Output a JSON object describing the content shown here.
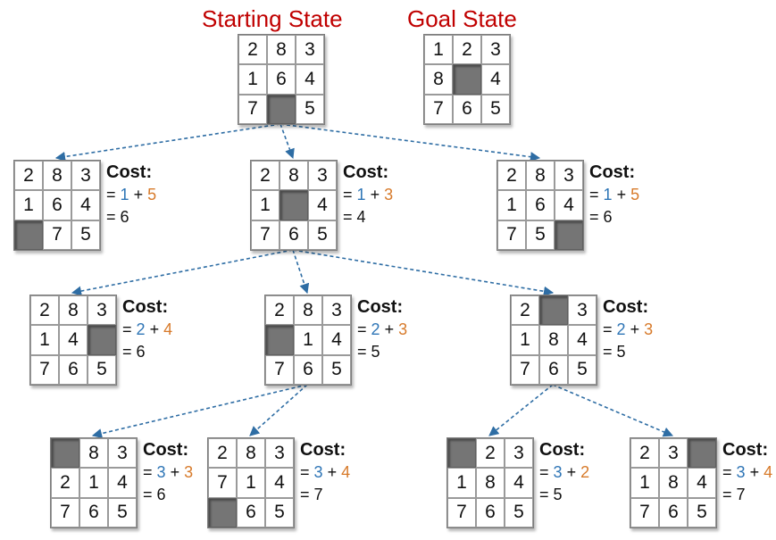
{
  "colors": {
    "title": "#c00000",
    "depth": "#2e75b6",
    "heuristic": "#d77a2a",
    "arrow": "#2e6da4",
    "blank_tile": "#757575"
  },
  "titles": {
    "start": "Starting State",
    "goal": "Goal State"
  },
  "nodes": [
    {
      "id": "start",
      "tiles": [
        "2",
        "8",
        "3",
        "1",
        "6",
        "4",
        "7",
        "",
        "5"
      ]
    },
    {
      "id": "goal",
      "tiles": [
        "1",
        "2",
        "3",
        "8",
        "",
        "4",
        "7",
        "6",
        "5"
      ]
    },
    {
      "id": "l1-left",
      "tiles": [
        "2",
        "8",
        "3",
        "1",
        "6",
        "4",
        "",
        "7",
        "5"
      ],
      "cost": {
        "label": "Cost:",
        "eq": "=",
        "g": "1",
        "plus": "+",
        "h": "5",
        "total": "= 6"
      }
    },
    {
      "id": "l1-mid",
      "tiles": [
        "2",
        "8",
        "3",
        "1",
        "",
        "4",
        "7",
        "6",
        "5"
      ],
      "cost": {
        "label": "Cost:",
        "eq": "=",
        "g": "1",
        "plus": "+",
        "h": "3",
        "total": "= 4"
      }
    },
    {
      "id": "l1-right",
      "tiles": [
        "2",
        "8",
        "3",
        "1",
        "6",
        "4",
        "7",
        "5",
        ""
      ],
      "cost": {
        "label": "Cost:",
        "eq": "=",
        "g": "1",
        "plus": "+",
        "h": "5",
        "total": "= 6"
      }
    },
    {
      "id": "l2-left",
      "tiles": [
        "2",
        "8",
        "3",
        "1",
        "4",
        "",
        "7",
        "6",
        "5"
      ],
      "cost": {
        "label": "Cost:",
        "eq": "=",
        "g": "2",
        "plus": "+",
        "h": "4",
        "total": "= 6"
      }
    },
    {
      "id": "l2-mid",
      "tiles": [
        "2",
        "8",
        "3",
        "",
        "1",
        "4",
        "7",
        "6",
        "5"
      ],
      "cost": {
        "label": "Cost:",
        "eq": "=",
        "g": "2",
        "plus": "+",
        "h": "3",
        "total": "= 5"
      }
    },
    {
      "id": "l2-right",
      "tiles": [
        "2",
        "",
        "3",
        "1",
        "8",
        "4",
        "7",
        "6",
        "5"
      ],
      "cost": {
        "label": "Cost:",
        "eq": "=",
        "g": "2",
        "plus": "+",
        "h": "3",
        "total": "= 5"
      }
    },
    {
      "id": "l3-a",
      "tiles": [
        "",
        "8",
        "3",
        "2",
        "1",
        "4",
        "7",
        "6",
        "5"
      ],
      "cost": {
        "label": "Cost:",
        "eq": "=",
        "g": "3",
        "plus": "+",
        "h": "3",
        "total": "= 6"
      }
    },
    {
      "id": "l3-b",
      "tiles": [
        "2",
        "8",
        "3",
        "7",
        "1",
        "4",
        "",
        "6",
        "5"
      ],
      "cost": {
        "label": "Cost:",
        "eq": "=",
        "g": "3",
        "plus": "+",
        "h": "4",
        "total": "= 7"
      }
    },
    {
      "id": "l3-c",
      "tiles": [
        "",
        "2",
        "3",
        "1",
        "8",
        "4",
        "7",
        "6",
        "5"
      ],
      "cost": {
        "label": "Cost:",
        "eq": "=",
        "g": "3",
        "plus": "+",
        "h": "2",
        "total": "= 5"
      }
    },
    {
      "id": "l3-d",
      "tiles": [
        "2",
        "3",
        "",
        "1",
        "8",
        "4",
        "7",
        "6",
        "5"
      ],
      "cost": {
        "label": "Cost:",
        "eq": "=",
        "g": "3",
        "plus": "+",
        "h": "4",
        "total": "= 7"
      }
    }
  ],
  "edges": [
    [
      "start",
      "l1-left"
    ],
    [
      "start",
      "l1-mid"
    ],
    [
      "start",
      "l1-right"
    ],
    [
      "l1-mid",
      "l2-left"
    ],
    [
      "l1-mid",
      "l2-mid"
    ],
    [
      "l1-mid",
      "l2-right"
    ],
    [
      "l2-mid",
      "l3-a"
    ],
    [
      "l2-mid",
      "l3-b"
    ],
    [
      "l2-right",
      "l3-c"
    ],
    [
      "l2-right",
      "l3-d"
    ]
  ]
}
